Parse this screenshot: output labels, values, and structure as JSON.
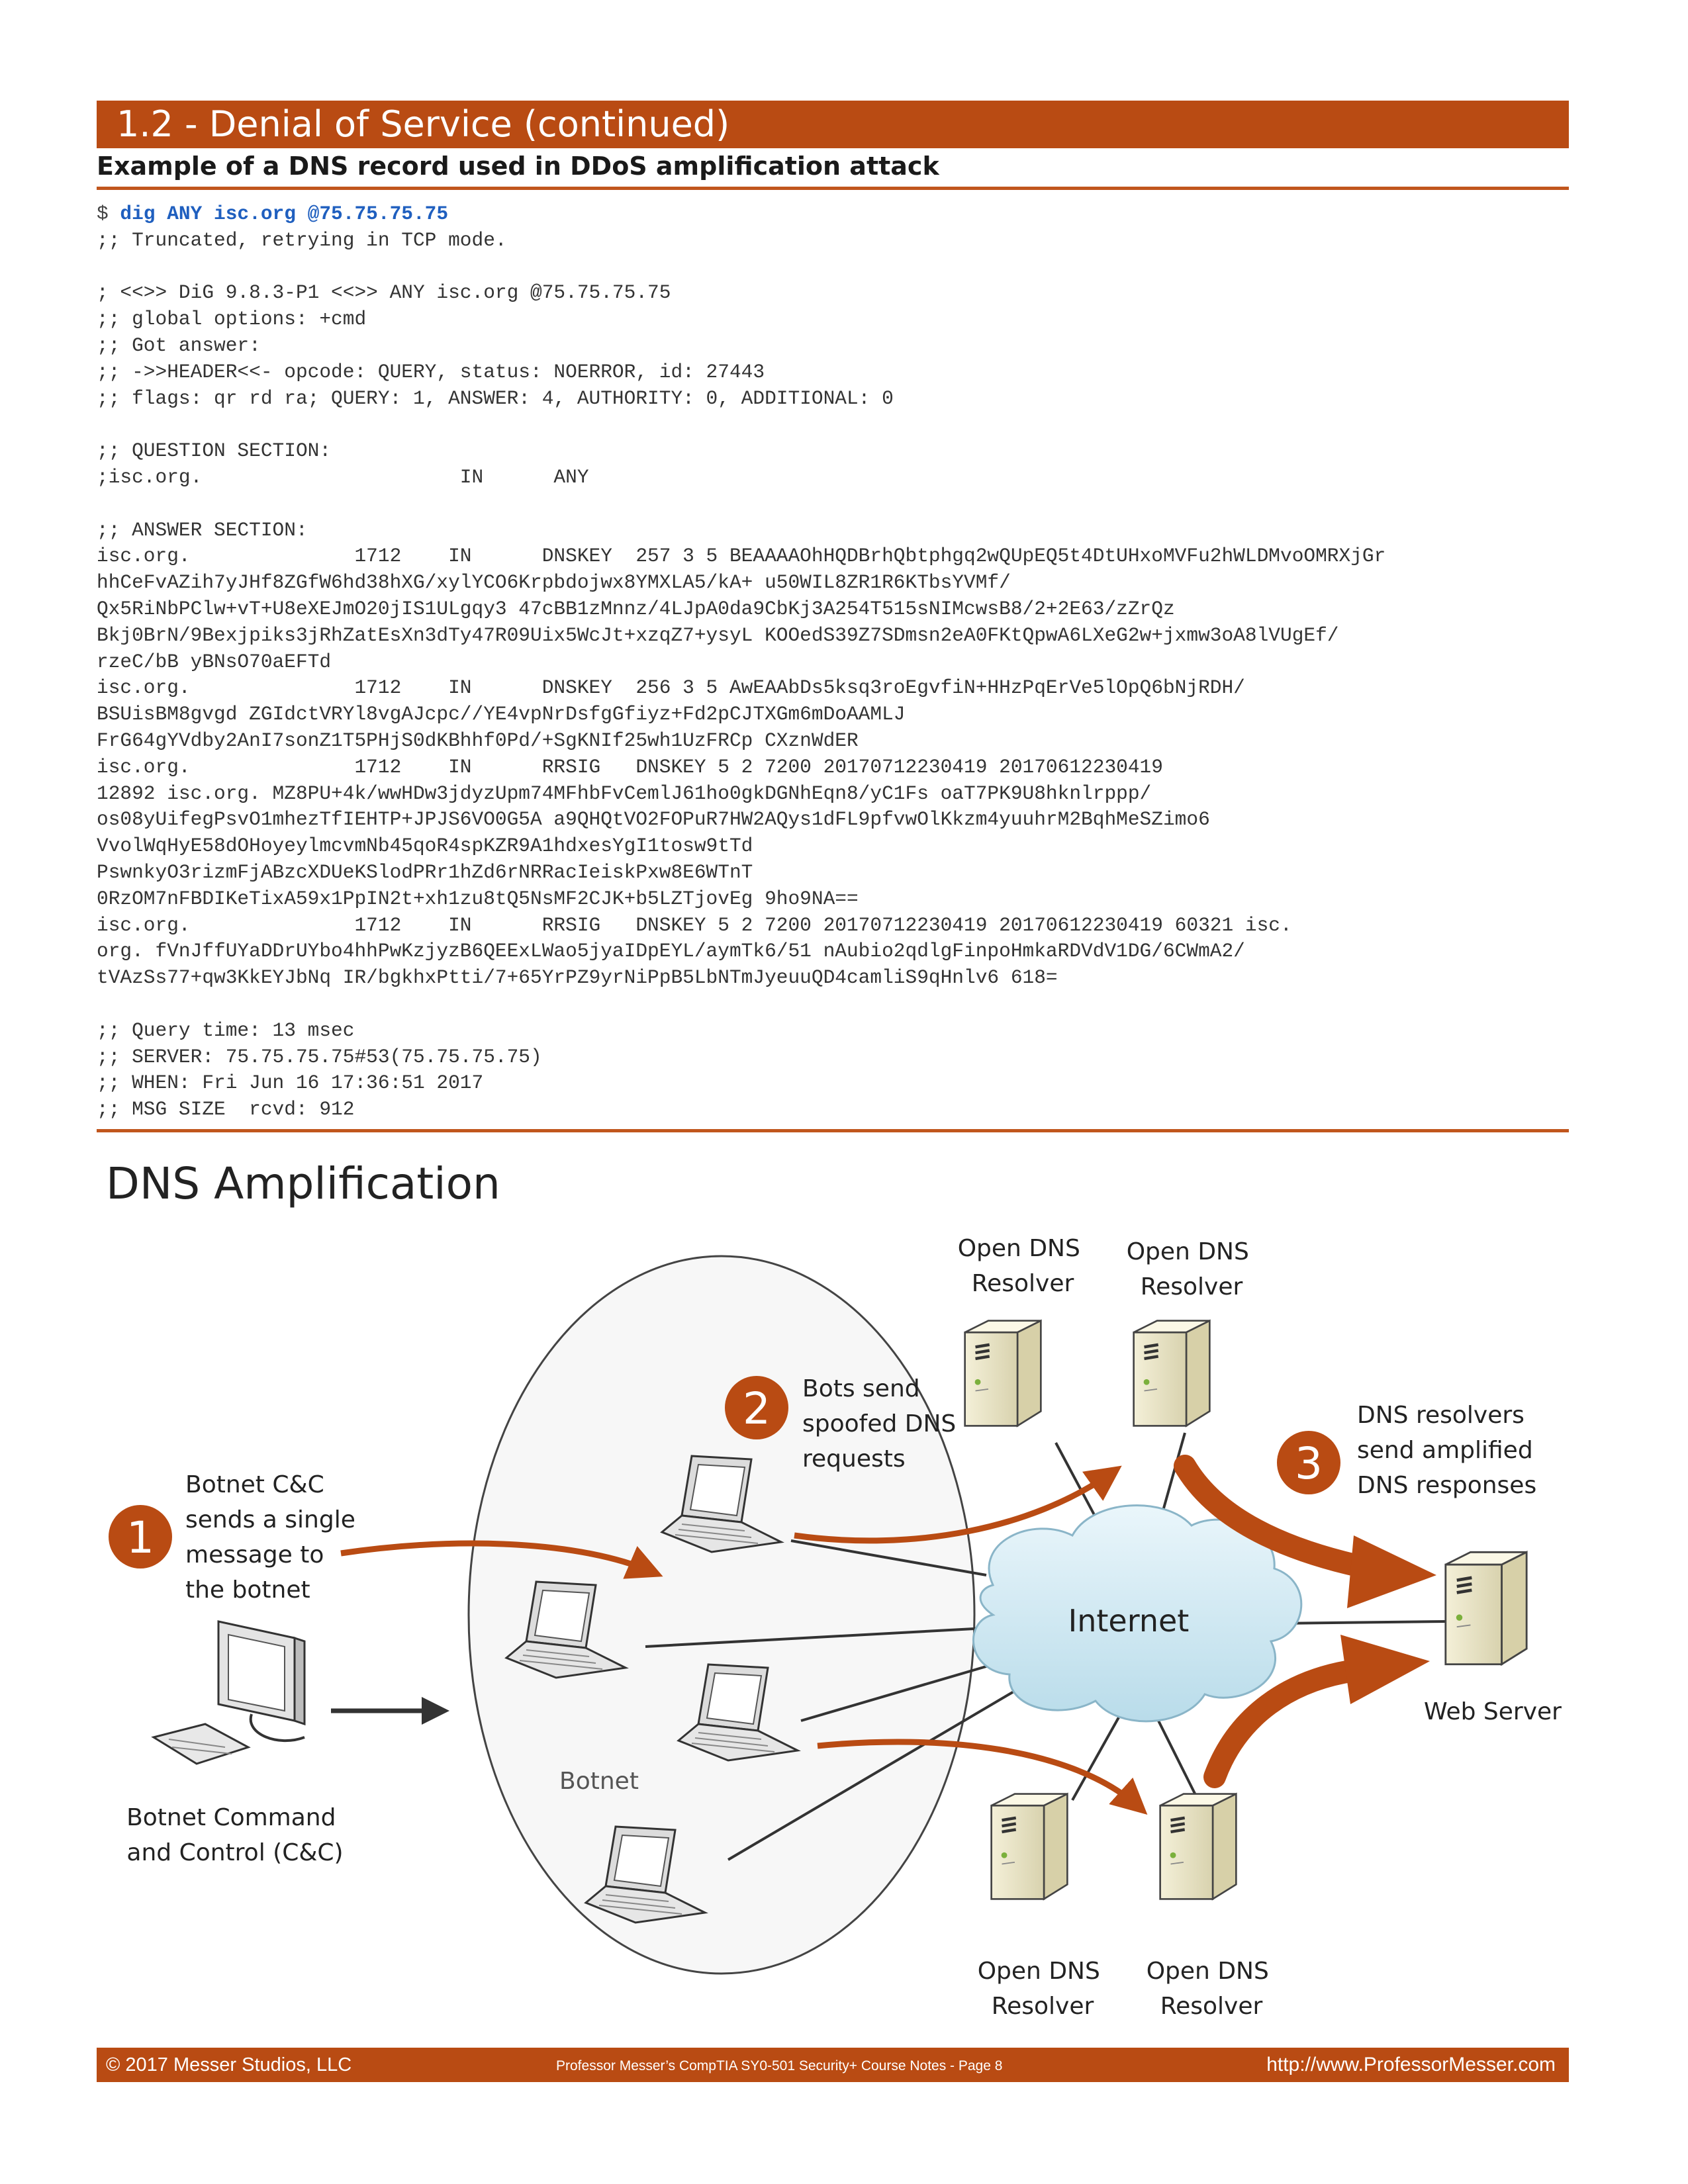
{
  "header": {
    "title": "1.2 - Denial of Service (continued)",
    "subtitle": "Example of a DNS record used in DDoS amplification attack"
  },
  "code": {
    "prompt": "$ ",
    "command": "dig ANY isc.org @75.75.75.75",
    "output": ";; Truncated, retrying in TCP mode.\n\n; <<>> DiG 9.8.3-P1 <<>> ANY isc.org @75.75.75.75\n;; global options: +cmd\n;; Got answer:\n;; ->>HEADER<<- opcode: QUERY, status: NOERROR, id: 27443\n;; flags: qr rd ra; QUERY: 1, ANSWER: 4, AUTHORITY: 0, ADDITIONAL: 0\n\n;; QUESTION SECTION:\n;isc.org.                      IN      ANY\n\n;; ANSWER SECTION:\nisc.org.              1712    IN      DNSKEY  257 3 5 BEAAAAOhHQDBrhQbtphgq2wQUpEQ5t4DtUHxoMVFu2hWLDMvoOMRXjGr\nhhCeFvAZih7yJHf8ZGfW6hd38hXG/xylYCO6Krpbdojwx8YMXLA5/kA+ u50WIL8ZR1R6KTbsYVMf/\nQx5RiNbPClw+vT+U8eXEJmO20jIS1ULgqy3 47cBB1zMnnz/4LJpA0da9CbKj3A254T515sNIMcwsB8/2+2E63/zZrQz\nBkj0BrN/9Bexjpiks3jRhZatEsXn3dTy47R09Uix5WcJt+xzqZ7+ysyL KOOedS39Z7SDmsn2eA0FKtQpwA6LXeG2w+jxmw3oA8lVUgEf/\nrzeC/bB yBNsO70aEFTd\nisc.org.              1712    IN      DNSKEY  256 3 5 AwEAAbDs5ksq3roEgvfiN+HHzPqErVe5lOpQ6bNjRDH/\nBSUisBM8gvgd ZGIdctVRYl8vgAJcpc//YE4vpNrDsfgGfiyz+Fd2pCJTXGm6mDoAAMLJ\nFrG64gYVdby2AnI7sonZ1T5PHjS0dKBhhf0Pd/+SgKNIf25wh1UzFRCp CXznWdER\nisc.org.              1712    IN      RRSIG   DNSKEY 5 2 7200 20170712230419 20170612230419\n12892 isc.org. MZ8PU+4k/wwHDw3jdyzUpm74MFhbFvCemlJ61ho0gkDGNhEqn8/yC1Fs oaT7PK9U8hknlrppp/\nos08yUifegPsvO1mhezTfIEHTP+JPJS6VO0G5A a9QHQtVO2FOPuR7HW2AQys1dFL9pfvwOlKkzm4yuuhrM2BqhMeSZimo6\nVvolWqHyE58dOHoyeylmcvmNb45qoR4spKZR9A1hdxesYgI1tosw9tTd\nPswnkyO3rizmFjABzcXDUeKSlodPRr1hZd6rNRRacIeiskPxw8E6WTnT\n0RzOM7nFBDIKeTixA59x1PpIN2t+xh1zu8tQ5NsMF2CJK+b5LZTjovEg 9ho9NA==\nisc.org.              1712    IN      RRSIG   DNSKEY 5 2 7200 20170712230419 20170612230419 60321 isc.\norg. fVnJffUYaDDrUYbo4hhPwKzjyzB6QEExLWao5jyaIDpEYL/aymTk6/51 nAubio2qdlgFinpoHmkaRDVdV1DG/6CWmA2/\ntVAzSs77+qw3KkEYJbNq IR/bgkhxPtti/7+65YrPZ9yrNiPpB5LbNTmJyeuuQD4camliS9qHnlv6 618=\n\n;; Query time: 13 msec\n;; SERVER: 75.75.75.75#53(75.75.75.75)\n;; WHEN: Fri Jun 16 17:36:51 2017\n;; MSG SIZE  rcvd: 912"
  },
  "diagram": {
    "title": "DNS Amplification",
    "steps": [
      {
        "number": "1",
        "label_lines": [
          "Botnet C&C",
          "sends a single",
          "message to",
          "the botnet"
        ]
      },
      {
        "number": "2",
        "label_lines": [
          "Bots send",
          "spoofed DNS",
          "requests"
        ]
      },
      {
        "number": "3",
        "label_lines": [
          "DNS resolvers",
          "send amplified",
          "DNS responses"
        ]
      }
    ],
    "botnet_label": "Botnet",
    "internet_label": "Internet",
    "cc_label_lines": [
      "Botnet Command",
      "and Control (C&C)"
    ],
    "web_server_label": "Web Server",
    "resolver_label_lines": [
      "Open DNS",
      "Resolver"
    ],
    "accent_color": "#b94b13"
  },
  "footer": {
    "left": "© 2017 Messer Studios, LLC",
    "middle": "Professor Messer’s CompTIA SY0-501 Security+ Course Notes - Page 8",
    "right": "http://www.ProfessorMesser.com"
  }
}
